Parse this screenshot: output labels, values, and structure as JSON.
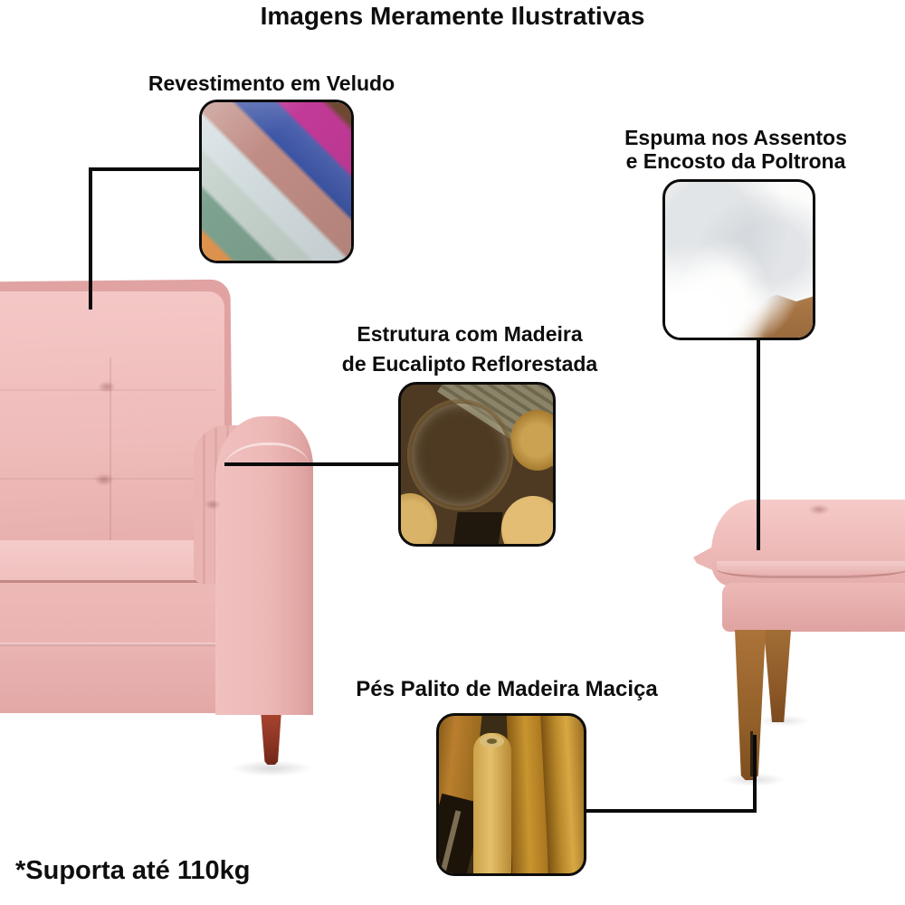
{
  "title": "Imagens Meramente Ilustrativas",
  "footnote": "*Suporta até 110kg",
  "callouts": {
    "velvet": {
      "label": "Revestimento em Veludo",
      "image": "velvet-fabric-rolls"
    },
    "foam": {
      "label_line1": "Espuma nos Assentos",
      "label_line2": "e Encosto da Poltrona",
      "image": "white-foam-filling"
    },
    "wood": {
      "label_line1": "Estrutura com Madeira",
      "label_line2": "de Eucalipto Reflorestada",
      "image": "eucalyptus-log-stack"
    },
    "legs": {
      "label": "Pés Palito de Madeira Maciça",
      "image": "solid-wood-stick-legs"
    }
  },
  "colors": {
    "background": "#ffffff",
    "text": "#0d0d0d",
    "connector_line": "#0a0a0a",
    "upholstery_pink": "#eebbb9",
    "upholstery_pink_light": "#f4c8c6",
    "upholstery_pink_dark": "#e2a7a5",
    "armchair_leg_brown": "#9c4430",
    "ottoman_leg_brown": "#a06b35"
  }
}
